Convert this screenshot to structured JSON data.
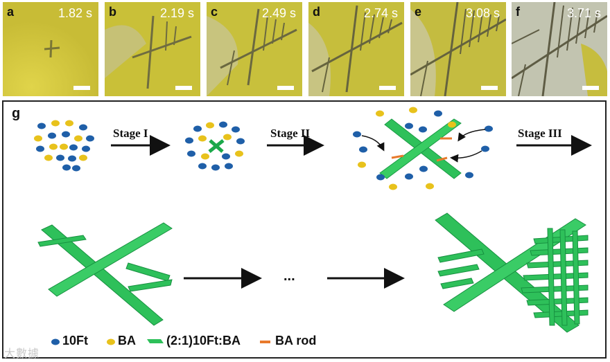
{
  "panels": [
    {
      "label": "a",
      "time": "1.82 s"
    },
    {
      "label": "b",
      "time": "2.19 s"
    },
    {
      "label": "c",
      "time": "2.49 s"
    },
    {
      "label": "d",
      "time": "2.74 s"
    },
    {
      "label": "e",
      "time": "3.08 s"
    },
    {
      "label": "f",
      "time": "3.71 s"
    }
  ],
  "scheme": {
    "label": "g",
    "stages": [
      "Stage I",
      "Stage II",
      "Stage III"
    ],
    "ellipsis": "...",
    "legend": {
      "ft": "10Ft",
      "ba": "BA",
      "cocrystal": "(2:1)10Ft:BA",
      "rod": "BA rod"
    }
  },
  "watermark": "大數據",
  "colors": {
    "panel_bg": "#cfc33a",
    "crystal_green": "#2ec05a",
    "ft_blue": "#1f5fa8",
    "ba_yellow": "#e8c21c",
    "rod_orange": "#e87a2c"
  }
}
